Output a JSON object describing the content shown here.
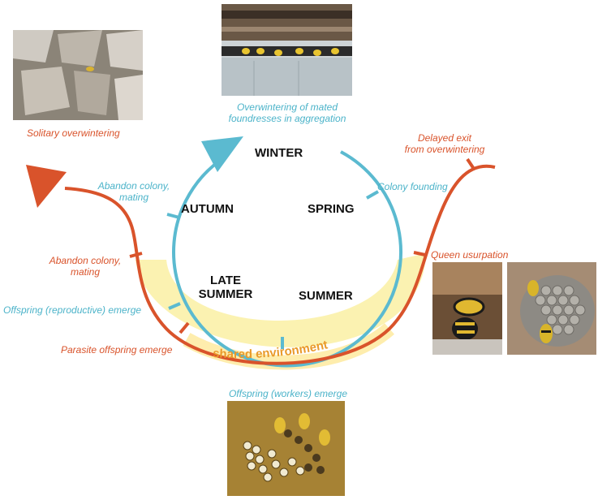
{
  "seasons": {
    "winter": "WINTER",
    "spring": "SPRING",
    "summer": "SUMMER",
    "late_summer_line1": "LATE",
    "late_summer_line2": "SUMMER",
    "autumn": "AUTUMN"
  },
  "host_cycle_labels": {
    "overwintering_line1": "Overwintering of mated",
    "overwintering_line2": "foundresses in aggregation",
    "colony_founding": "Colony founding",
    "abandon_line1": "Abandon colony,",
    "abandon_line2": "mating",
    "offspring_reproductive": "Offspring (reproductive) emerge",
    "offspring_workers": "Offspring (workers) emerge"
  },
  "parasite_cycle_labels": {
    "solitary_overwintering": "Solitary overwintering",
    "delayed_exit_line1": "Delayed exit",
    "delayed_exit_line2": "from overwintering",
    "queen_usurpation": "Queen usurpation",
    "abandon_line1": "Abandon colony,",
    "abandon_line2": "mating",
    "parasite_offspring": "Parasite offspring emerge"
  },
  "shared_environment": "shared environment",
  "colors": {
    "host_cycle": "#5bbad0",
    "parasite_cycle": "#d9532b",
    "shared_band": "#fbf1a8",
    "shared_text": "#e99a2a"
  },
  "photos": {
    "top": "overwintering-aggregation-photo",
    "left": "rocks-overwintering-photo",
    "right_a": "queen-usurpation-photo",
    "right_b": "paper-nest-photo",
    "bottom": "comb-workers-photo"
  }
}
